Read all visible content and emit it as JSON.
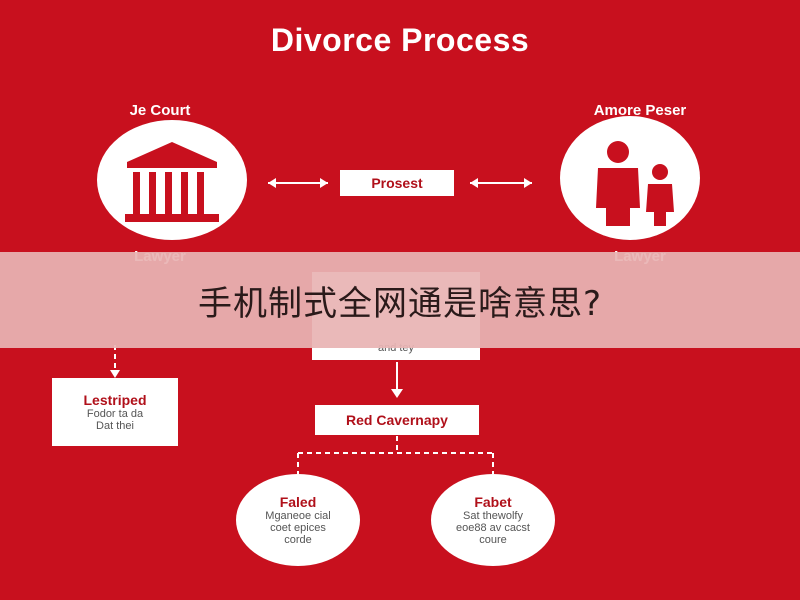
{
  "title": "Divorce Process",
  "left_node": {
    "top_label": "Je Court",
    "bottom_label": "Lawyer"
  },
  "right_node": {
    "top_label": "Amore Peser",
    "bottom_label": "Lawyer"
  },
  "center_box": "Prosest",
  "mid_box_sub": "and tey",
  "left_box": {
    "title": "Lestriped",
    "sub1": "Fodor ta da",
    "sub2": "Dat thei"
  },
  "red_box": "Red Cavernapy",
  "bottom_left": {
    "title": "Faled",
    "sub1": "Mganeoe cial",
    "sub2": "coet epices",
    "sub3": "corde"
  },
  "bottom_right": {
    "title": "Fabet",
    "sub1": "Sat thewolfy",
    "sub2": "eoe88 av cacst",
    "sub3": "coure"
  },
  "banner_text": "手机制式全网通是啥意思?",
  "colors": {
    "background": "#c8101e",
    "accent": "#b0101a",
    "banner": "#e8b4b4"
  }
}
